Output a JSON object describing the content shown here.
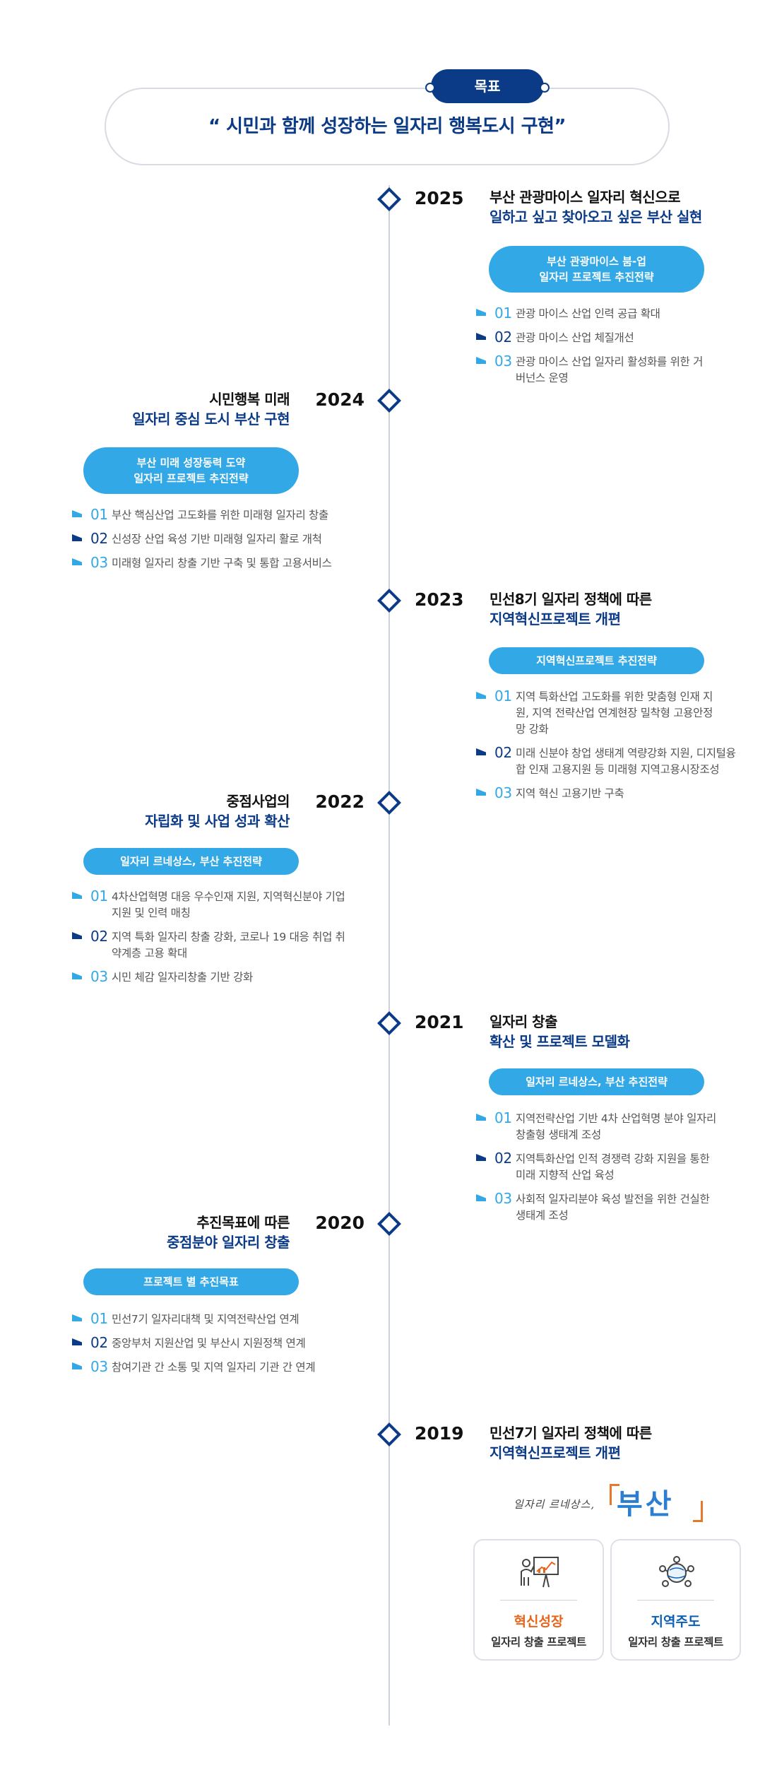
{
  "goal": {
    "tab_label": "목표",
    "statement": "“ 시민과 함께 성장하는 일자리 행복도시 구현”"
  },
  "timeline": {
    "y2025": {
      "year": "2025",
      "title_line1": "부산 관광마이스 일자리 혁신으로",
      "title_line2": "일하고 싶고 찾아오고 싶은 부산 실현",
      "pill_line1": "부산 관광마이스 붐-업",
      "pill_line2": "일자리 프로젝트 추진전략",
      "items": [
        {
          "num": "01",
          "text": "관광 마이스 산업 인력 공급 확대"
        },
        {
          "num": "02",
          "text": "관광 마이스 산업 체질개선"
        },
        {
          "num": "03",
          "text": "관광 마이스 산업 일자리 활성화를 위한 거버넌스 운영"
        }
      ]
    },
    "y2024": {
      "year": "2024",
      "title_line1": "시민행복 미래",
      "title_line2": "일자리 중심 도시 부산 구현",
      "pill_line1": "부산 미래 성장동력 도약",
      "pill_line2": "일자리 프로젝트 추진전략",
      "items": [
        {
          "num": "01",
          "text": "부산 핵심산업 고도화를 위한 미래형 일자리 창출"
        },
        {
          "num": "02",
          "text": "신성장 산업 육성 기반 미래형 일자리 활로 개척"
        },
        {
          "num": "03",
          "text": "미래형 일자리 창출 기반 구축 및 통합 고용서비스"
        }
      ]
    },
    "y2023": {
      "year": "2023",
      "title_line1": "민선8기 일자리 정책에 따른",
      "title_line2": "지역혁신프로젝트 개편",
      "pill_line1": "지역혁신프로젝트 추진전략",
      "items": [
        {
          "num": "01",
          "text": "지역 특화산업 고도화를 위한 맞춤형 인재 지원, 지역 전략산업 연계현장 밀착형 고용안정망 강화"
        },
        {
          "num": "02",
          "text": "미래 신분야 창업 생태계 역량강화 지원, 디지털융합 인재 고용지원 등 미래형 지역고용시장조성"
        },
        {
          "num": "03",
          "text": "지역 혁신 고용기반 구축"
        }
      ]
    },
    "y2022": {
      "year": "2022",
      "title_line1": "중점사업의",
      "title_line2": "자립화 및 사업 성과 확산",
      "pill_line1": "일자리 르네상스, 부산 추진전략",
      "items": [
        {
          "num": "01",
          "text": "4차산업혁명 대응 우수인재 지원, 지역혁신분야 기업 지원 및 인력 매칭"
        },
        {
          "num": "02",
          "text": "지역 특화 일자리 창출 강화, 코로나 19 대응 취업 취약계층 고용 확대"
        },
        {
          "num": "03",
          "text": "시민 체감 일자리창출 기반 강화"
        }
      ]
    },
    "y2021": {
      "year": "2021",
      "title_line1": "일자리 창출",
      "title_line2": "확산 및 프로젝트 모델화",
      "pill_line1": "일자리 르네상스, 부산 추진전략",
      "items": [
        {
          "num": "01",
          "text": "지역전략산업 기반 4차 산업혁명 분야 일자리 창출형 생태계 조성"
        },
        {
          "num": "02",
          "text": "지역특화산업 인적 경쟁력 강화 지원을 통한 미래 지향적 산업 육성"
        },
        {
          "num": "03",
          "text": "사회적 일자리분야 육성 발전을 위한 건실한 생태계 조성"
        }
      ]
    },
    "y2020": {
      "year": "2020",
      "title_line1": "추진목표에 따른",
      "title_line2": "중점분야 일자리 창출",
      "pill_line1": "프로젝트 별 추진목표",
      "items": [
        {
          "num": "01",
          "text": "민선7기 일자리대책 및 지역전략산업 연계"
        },
        {
          "num": "02",
          "text": "중앙부처 지원산업 및 부산시 지원정책 연계"
        },
        {
          "num": "03",
          "text": "참여기관 간 소통 및 지역 일자리 기관 간 연계"
        }
      ]
    },
    "y2019": {
      "year": "2019",
      "title_line1": "민선7기 일자리 정책에 따른",
      "title_line2": "지역혁신프로젝트 개편",
      "logo_sub": "일자리 르네상스,",
      "logo_main": "부산",
      "cards": [
        {
          "title": "혁신성장",
          "subtitle": "일자리 창출 프로젝트",
          "icon": "presentation-chart-icon"
        },
        {
          "title": "지역주도",
          "subtitle": "일자리 창출 프로젝트",
          "icon": "people-network-icon"
        }
      ]
    }
  },
  "colors": {
    "navy": "#0b3a86",
    "sky": "#33a8e6",
    "orange": "#e8641b",
    "line": "#cdd3dc"
  }
}
